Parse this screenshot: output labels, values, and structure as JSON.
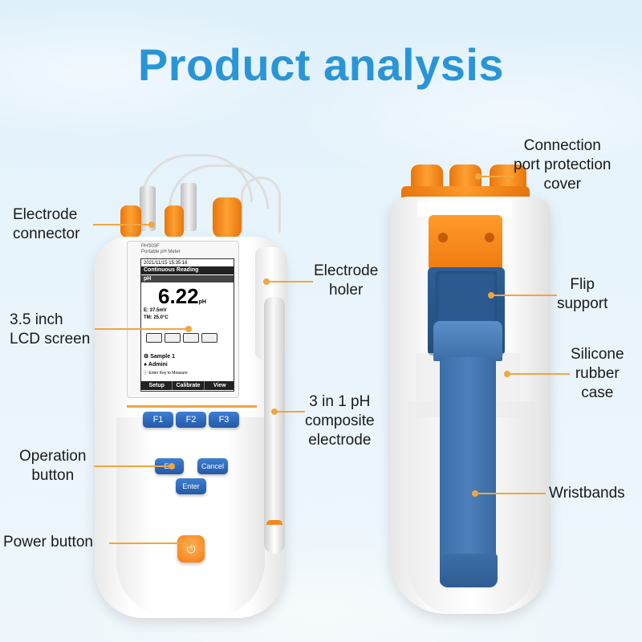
{
  "title": "Product analysis",
  "labels": {
    "electrode_connector": [
      "Electrode",
      "connector"
    ],
    "lcd_screen": [
      "3.5 inch",
      "LCD screen"
    ],
    "operation_button": [
      "Operation",
      "button"
    ],
    "power_button": "Power button",
    "electrode_holer": [
      "Electrode",
      "holer"
    ],
    "composite_electrode": [
      "3 in 1 pH",
      "composite",
      "electrode"
    ],
    "port_cover": [
      "Connection",
      "port protection",
      "cover"
    ],
    "flip_support": [
      "Flip",
      "support"
    ],
    "silicone_case": [
      "Silicone",
      "rubber",
      "case"
    ],
    "wristbands": "Wristbands"
  },
  "meter": {
    "brand_line1": "PHS03F",
    "brand_line2": "Portable pH Meter",
    "screen": {
      "datetime": "2021/11/15  15:35:16",
      "mode": "Continuous Reading",
      "param": "pH",
      "reading": "6.22",
      "unit": "pH",
      "e_label": "E:",
      "e_value": "37.5mV",
      "tm_label": "TM:",
      "tm_value": "25.0°C",
      "sample": "Sample 1",
      "user": "Admini",
      "hint": "Enter Key to Measure",
      "tabs": [
        "Setup",
        "Calibrate",
        "View"
      ]
    },
    "fkeys": [
      "F1",
      "F2",
      "F3"
    ],
    "op_keys": {
      "left": "Ext",
      "cancel": "Cancel",
      "enter": "Enter"
    },
    "power_icon": "power-icon"
  },
  "colors": {
    "title": "#2a95d6",
    "accent_orange": "#f0a640",
    "button_blue": "#2f6bbf",
    "strap_blue": "#3c6ea7"
  }
}
